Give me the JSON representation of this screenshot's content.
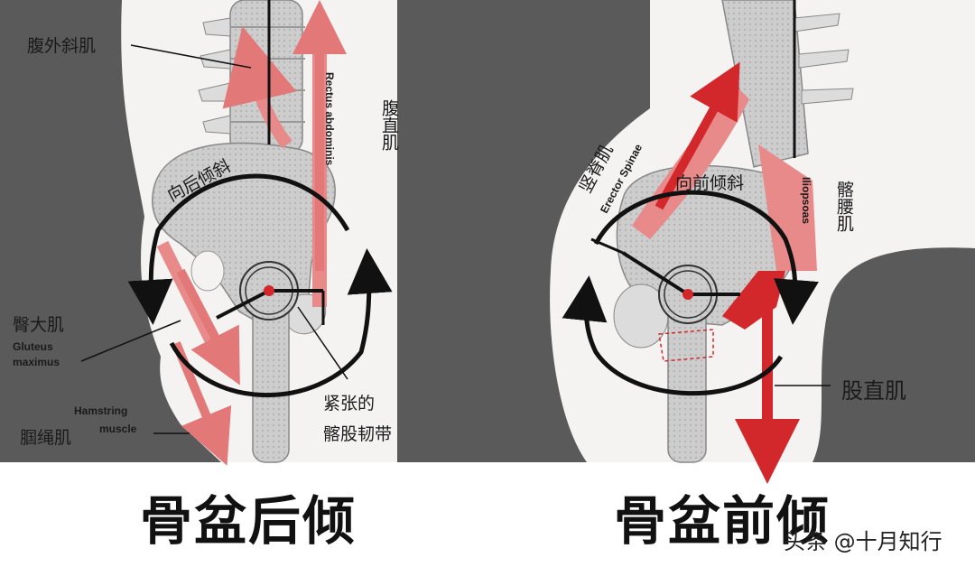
{
  "left_panel": {
    "title": "骨盆后倾",
    "labels": {
      "external_oblique": "腹外斜肌",
      "rectus_abdominis_en": "Rectus abdominis",
      "rectus_abdominis_cn": "腹直肌",
      "posterior_tilt": "向后倾斜",
      "gluteus_cn": "臀大肌",
      "gluteus_en_1": "Gluteus",
      "gluteus_en_2": "maximus",
      "hamstring_en_1": "Hamstring",
      "hamstring_en_2": "muscle",
      "hamstring_cn": "腘绳肌",
      "tight_band_1": "紧张的",
      "tight_band_2": "髂股韧带"
    }
  },
  "right_panel": {
    "title": "骨盆前倾",
    "labels": {
      "erector_cn": "竖脊肌",
      "erector_en": "Erector Spinae",
      "anterior_tilt": "向前倾斜",
      "iliopsoas_cn": "髂腰肌",
      "iliopsoas_en": "Iliopsoas",
      "rectus_femoris": "股直肌"
    }
  },
  "watermark": "头条 @十月知行",
  "colors": {
    "background_gray": "#5a5a5a",
    "body_fill": "#f4f3f2",
    "bone": "#cfcfcf",
    "muscle_pink": "#e98a8a",
    "muscle_red": "#d3282b",
    "arrow_black": "#111111"
  }
}
